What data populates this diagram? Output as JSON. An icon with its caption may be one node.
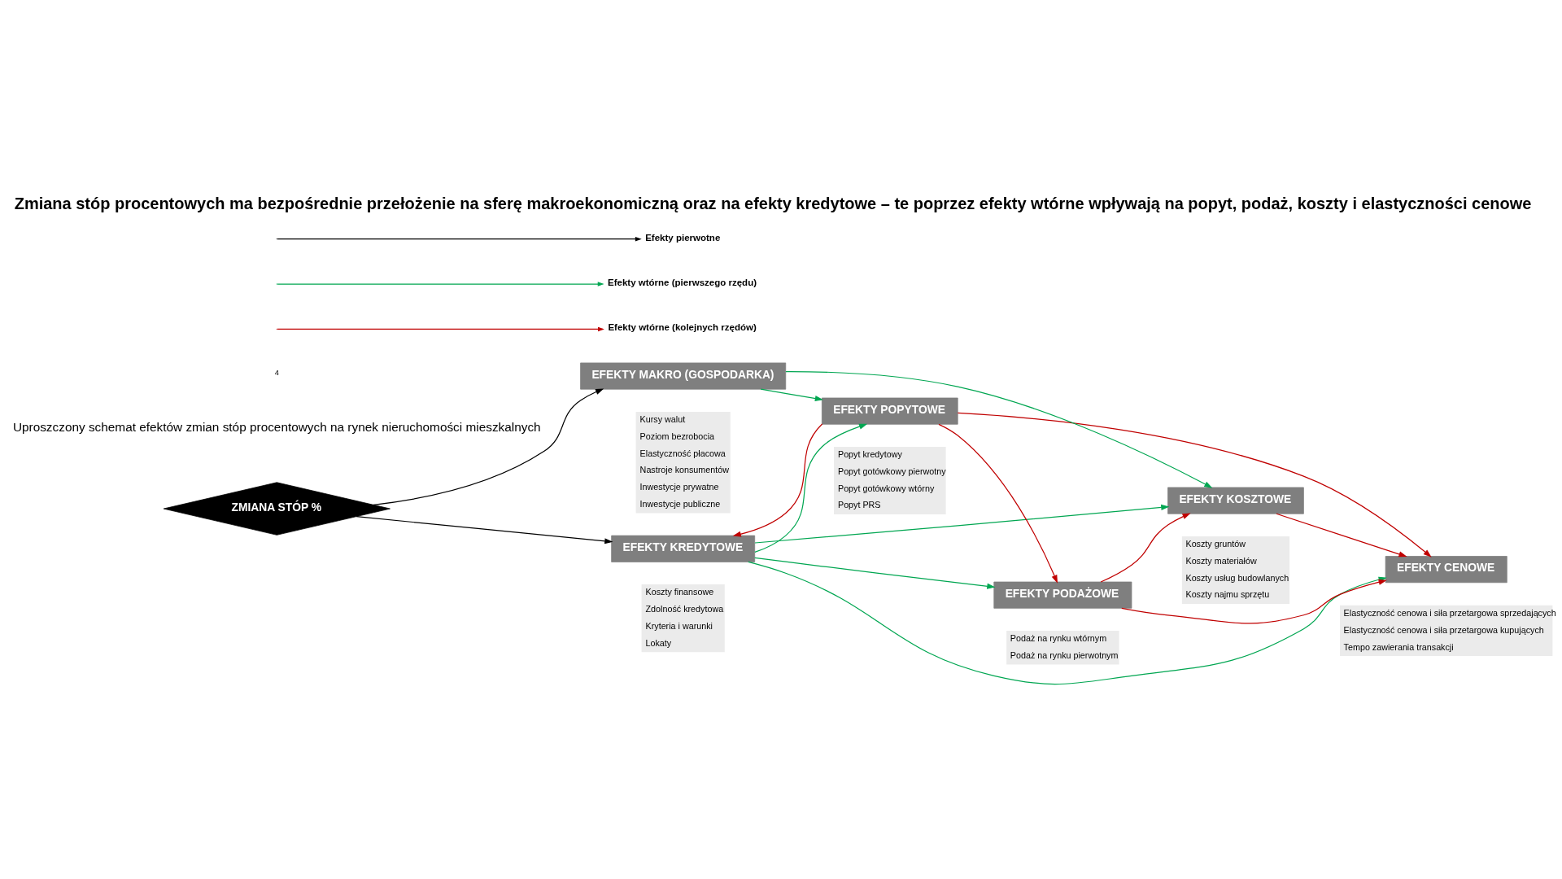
{
  "diagram": {
    "title": "Zmiana stóp procentowych ma bezpośrednie przełożenie na sferę makroekonomiczną oraz na efekty kredytowe – te poprzez efekty wtórne wpływają na popyt, podaż, koszty i elastyczności cenowe",
    "nodes": [
      {
        "text": [
          "ZMIANA STÓP %"
        ]
      },
      {
        "text": [
          "EFEKTY KREDYTOWE"
        ],
        "beside": [
          "Koszty finansowe",
          "Zdolność kredytowa",
          "Kryteria i warunki",
          "Lokaty"
        ]
      },
      {
        "text": [
          "EFEKTY POPYTOWE"
        ],
        "beside": [
          "Popyt kredytowy",
          "Popyt gotówkowy pierwotny",
          "Popyt gotówkowy wtórny",
          "Popyt PRS"
        ]
      },
      {
        "text": [
          "EFEKTY PODAŻOWE"
        ],
        "beside": [
          "Podaż na rynku wtórnym",
          "Podaż na rynku pierwotnym"
        ]
      },
      {
        "text": [
          "EFEKTY MAKRO (GOSPODARKA)"
        ],
        "beside": [
          "Kursy walut",
          "Poziom bezrobocia",
          "Elastyczność płacowa",
          "Nastroje konsumentów",
          "Inwestycje prywatne",
          "Inwestycje publiczne"
        ]
      },
      {
        "text": [
          "EFEKTY KOSZTOWE"
        ],
        "beside": [
          "Koszty gruntów",
          "Koszty materiałów",
          "Koszty usług budowlanych",
          "Koszty najmu sprzętu"
        ]
      },
      {
        "text": [
          "EFEKTY CENOWE"
        ],
        "beside": [
          "Elastyczność cenowa i siła przetargowa sprzedających",
          "Elastyczność cenowa i siła przetargowa kupujących",
          "Tempo zawierania transakcji"
        ]
      }
    ],
    "edges": [
      {
        "from": 0,
        "to": 1,
        "arrow": "to",
        "color": "#000000"
      },
      {
        "from": 0,
        "to": 4,
        "arrow": "to",
        "color": "#000000"
      },
      {
        "from": 1,
        "to": 2,
        "arrow": "to",
        "color": "#00a651"
      },
      {
        "from": 1,
        "to": 3,
        "arrow": "to",
        "color": "#00a651"
      },
      {
        "from": 1,
        "to": 5,
        "arrow": "to",
        "color": "#00a651"
      },
      {
        "from": 1,
        "to": 6,
        "arrow": "to",
        "color": "#00a651"
      },
      {
        "from": 4,
        "to": 2,
        "arrow": "to",
        "color": "#00a651"
      },
      {
        "from": 4,
        "to": 5,
        "arrow": "to",
        "color": "#00a651"
      },
      {
        "from": 2,
        "to": 1,
        "arrow": "to",
        "color": "#c00000"
      },
      {
        "from": 2,
        "to": 3,
        "arrow": "to",
        "color": "#c00000"
      },
      {
        "from": 2,
        "to": 6,
        "arrow": "to",
        "color": "#c00000"
      },
      {
        "from": 3,
        "to": 5,
        "arrow": "to",
        "color": "#c00000"
      },
      {
        "from": 3,
        "to": 6,
        "arrow": "to",
        "color": "#c00000"
      },
      {
        "from": 5,
        "to": 6,
        "arrow": "to",
        "color": "#c00000"
      }
    ],
    "labels": [
      "Uproszczony schemat efektów zmian stóp procentowych na rynek nieruchomości mieszkalnych",
      "4"
    ],
    "legend": [
      {
        "text": "Efekty pierwotne"
      },
      {
        "text": "Efekty wtórne (pierwszego rzędu)"
      },
      {
        "text": "Efekty wtórne (kolejnych rzędów)"
      }
    ]
  }
}
